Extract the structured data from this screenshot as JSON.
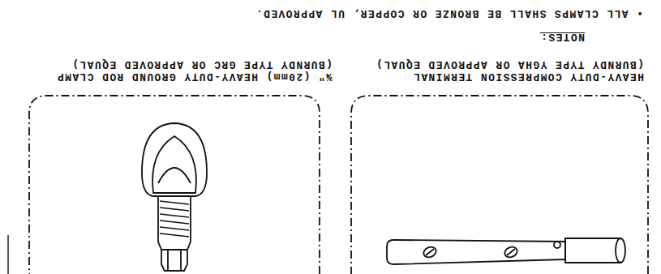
{
  "diagram": {
    "nodes": [
      {
        "text": [
          "HEAVY-DUTY COMPRESSION TERMINAL (BURNDY TYPE YGHA OR APPROVED EQUAL)"
        ]
      },
      {
        "text": [
          "¾\" (20mm) HEAVY-DUTY GROUND ROD CLAMP (BURNDY TYPE GRC OR APPROVED EQUAL)"
        ]
      }
    ],
    "labels": [
      "NOTES:",
      "• ALL CLAMPS SHALL BE BRONZE OR COPPER, UL APPROVED."
    ]
  }
}
